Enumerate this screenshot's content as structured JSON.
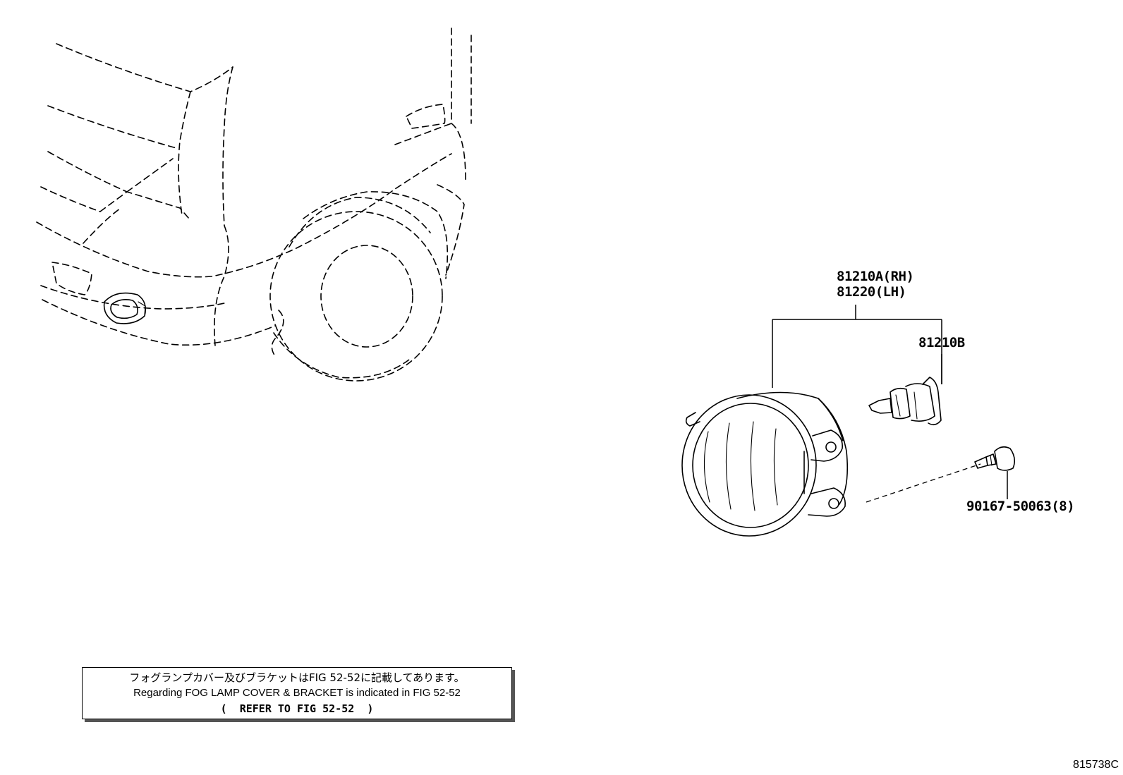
{
  "parts": {
    "fog_lamp_rh": "81210A(RH)",
    "fog_lamp_lh": "81220(LH)",
    "bulb": "81210B",
    "screw": "90167-50063(8)"
  },
  "note": {
    "japanese": "フォグランプカバー及びブラケットはFIG 52-52に記載してあります。",
    "english": "Regarding FOG LAMP COVER & BRACKET is indicated in FIG 52-52",
    "reference": "(  REFER TO FIG 52-52  )"
  },
  "figure_code": "815738C"
}
